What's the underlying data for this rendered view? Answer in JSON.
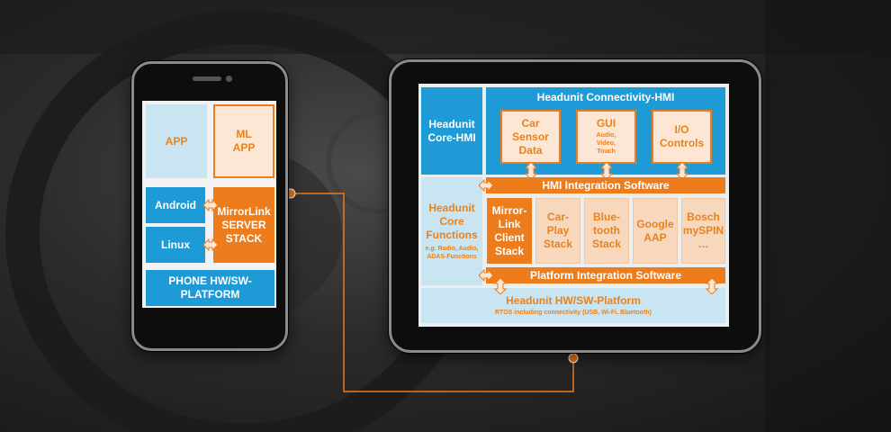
{
  "phone": {
    "app": "APP",
    "ml_app": "ML APP",
    "android": "Android",
    "linux": "Linux",
    "mirrorlink_server": "MirrorLink SERVER STACK",
    "platform": "PHONE HW/SW-PLATFORM"
  },
  "headunit": {
    "core_hmi": "Headunit Core-HMI",
    "connectivity_hmi": "Headunit Connectivity-HMI",
    "car_sensor_data": "Car Sensor Data",
    "gui": "GUI",
    "gui_sub": "Audio, Video, Touch",
    "io_controls": "I/O Controls",
    "hmi_integration": "HMI Integration Software",
    "core_functions": "Headunit Core Functions",
    "core_functions_sub": "e.g. Radio, Audio, ADAS-Functions",
    "mirrorlink_client": "Mirror-Link Client Stack",
    "carplay": "Car-Play Stack",
    "bluetooth": "Blue-tooth Stack",
    "google_aap": "Google AAP",
    "bosch_myspin": "Bosch mySPIN …",
    "platform_integration": "Platform Integration Software",
    "platform": "Headunit HW/SW-Platform",
    "platform_sub": "RTOS including connectivity (USB, Wi-Fi, Bluetooth)"
  },
  "colors": {
    "blue": "#1e9bd7",
    "light_blue": "#c9e5f2",
    "orange": "#ec7c1c",
    "peach": "#f7d8bd"
  }
}
